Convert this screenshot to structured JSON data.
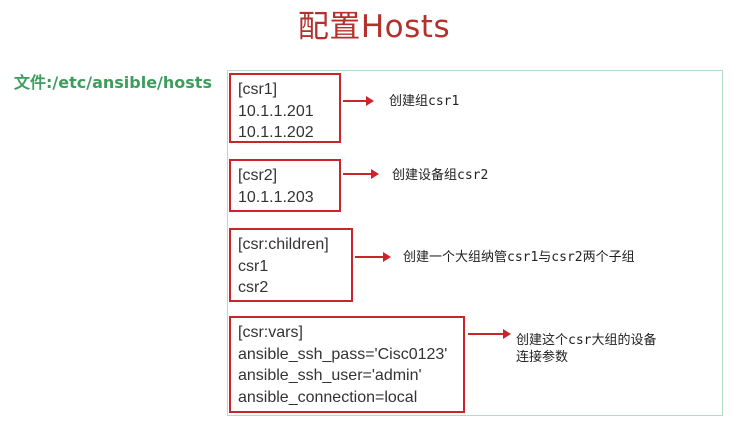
{
  "title": "配置Hosts",
  "file_label": "文件:/etc/ansible/hosts",
  "blocks": [
    {
      "lines": [
        "[csr1]",
        "10.1.1.201",
        "10.1.1.202"
      ],
      "note": "创建组csr1"
    },
    {
      "lines": [
        "[csr2]",
        "10.1.1.203"
      ],
      "note": "创建设备组csr2"
    },
    {
      "lines": [
        "[csr:children]",
        "csr1",
        "csr2"
      ],
      "note": "创建一个大组纳管csr1与csr2两个子组"
    },
    {
      "lines": [
        "[csr:vars]",
        "ansible_ssh_pass='Cisc0123'",
        "ansible_ssh_user='admin'",
        "ansible_connection=local"
      ],
      "note": "创建这个csr大组的设备",
      "note2": "连接参数"
    }
  ],
  "colors": {
    "title": "#b3312d",
    "label": "#3f9d5c",
    "box_border": "#c9252a",
    "panel_border": "#b6dcc8"
  }
}
